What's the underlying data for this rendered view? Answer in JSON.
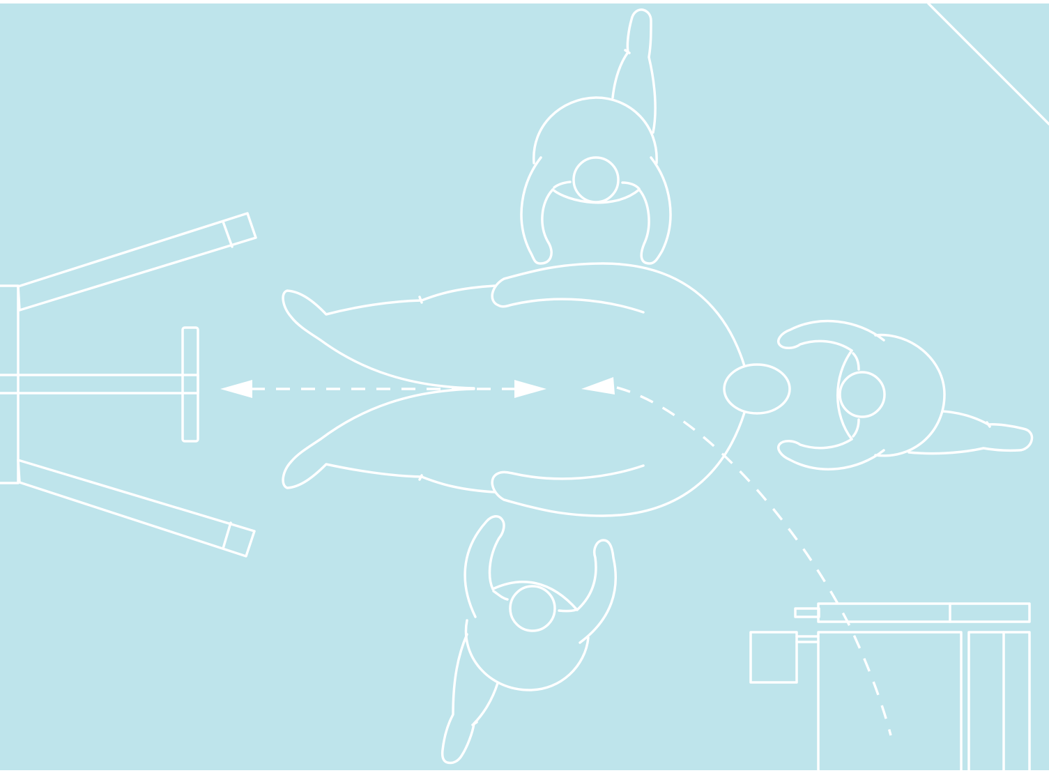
{
  "figure": {
    "kind": "top-down line illustration",
    "colors": {
      "background": "#bee4eb",
      "line": "#ffffff"
    },
    "elements": {
      "people": [
        "person-top",
        "person-right",
        "person-bottom"
      ],
      "patient": "person-lying-center",
      "equipment": [
        "stretcher-frame-left",
        "equipment-cabinet-bottom-right"
      ],
      "motion": [
        "horizontal-double-arrow",
        "curved-dashed-arrow"
      ]
    }
  }
}
